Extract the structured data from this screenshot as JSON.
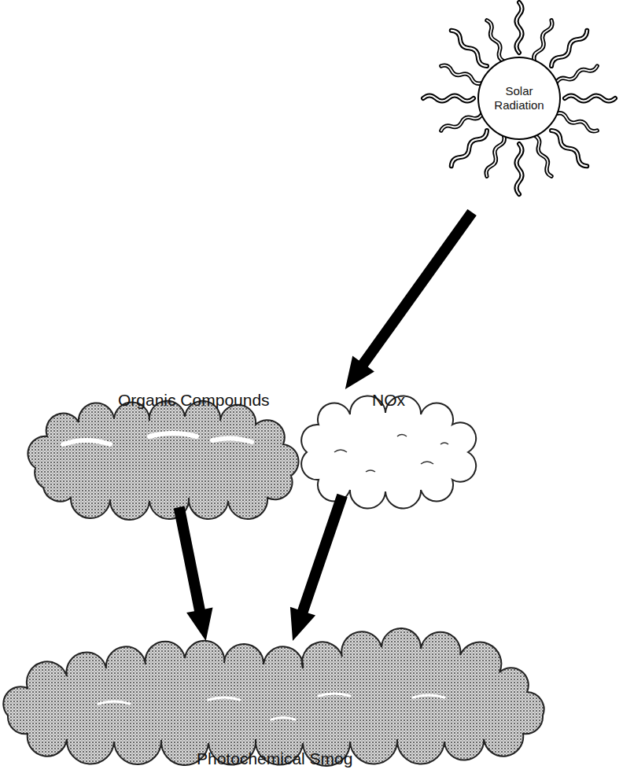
{
  "diagram": {
    "nodes": [
      {
        "text": [
          "Solar Radiation"
        ]
      },
      {
        "text": [
          "Organic Compounds"
        ]
      },
      {
        "text": [
          "NOx"
        ]
      },
      {
        "text": [
          "Photochemical Smog"
        ]
      }
    ],
    "edges": [
      {
        "from": 0,
        "to": 2,
        "arrow": "to"
      },
      {
        "from": 1,
        "to": 3,
        "arrow": "to"
      },
      {
        "from": 2,
        "to": 3,
        "arrow": "to"
      }
    ]
  }
}
